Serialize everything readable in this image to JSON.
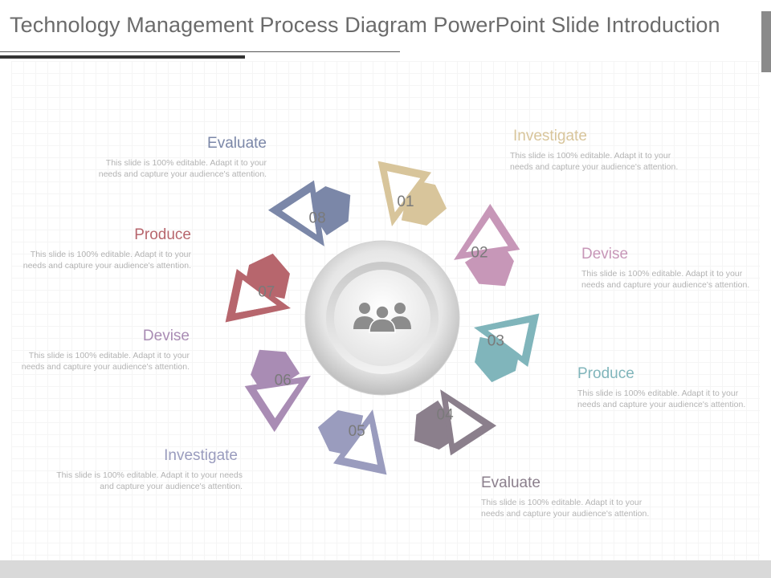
{
  "slide": {
    "title": "Technology Management Process Diagram PowerPoint Slide Introduction"
  },
  "steps": [
    {
      "number": "01",
      "color": "#d8c59b"
    },
    {
      "number": "02",
      "color": "#c797b8"
    },
    {
      "number": "03",
      "color": "#80b5bb"
    },
    {
      "number": "04",
      "color": "#8b7f8c"
    },
    {
      "number": "05",
      "color": "#9a9cbe"
    },
    {
      "number": "06",
      "color": "#a98cb4"
    },
    {
      "number": "07",
      "color": "#b7666d"
    },
    {
      "number": "08",
      "color": "#7b87a8"
    }
  ],
  "labels": [
    {
      "title": "Evaluate",
      "color": "#7b87a8",
      "text": "This slide is 100% editable. Adapt it to your needs and capture your audience's attention."
    },
    {
      "title": "Produce",
      "color": "#b7666d",
      "text": "This slide is 100% editable. Adapt it to your needs and capture your audience's attention."
    },
    {
      "title": "Devise",
      "color": "#a98cb4",
      "text": "This slide is 100% editable. Adapt it to your needs and capture your audience's attention."
    },
    {
      "title": "Investigate",
      "color": "#9a9cbe",
      "text": "This slide is 100% editable. Adapt it to your needs and capture your audience's attention."
    },
    {
      "title": "Investigate",
      "color": "#d8c59b",
      "text": "This slide is 100% editable. Adapt it to your needs and capture your audience's attention."
    },
    {
      "title": "Devise",
      "color": "#c797b8",
      "text": "This slide is 100% editable. Adapt it to your needs and capture your audience's attention."
    },
    {
      "title": "Produce",
      "color": "#80b5bb",
      "text": "This slide is 100% editable. Adapt it to your needs and capture your audience's attention."
    },
    {
      "title": "Evaluate",
      "color": "#8b7f8c",
      "text": "This slide is 100% editable. Adapt it to your needs and capture your audience's attention."
    }
  ],
  "center": {
    "icon": "team-people-icon"
  }
}
